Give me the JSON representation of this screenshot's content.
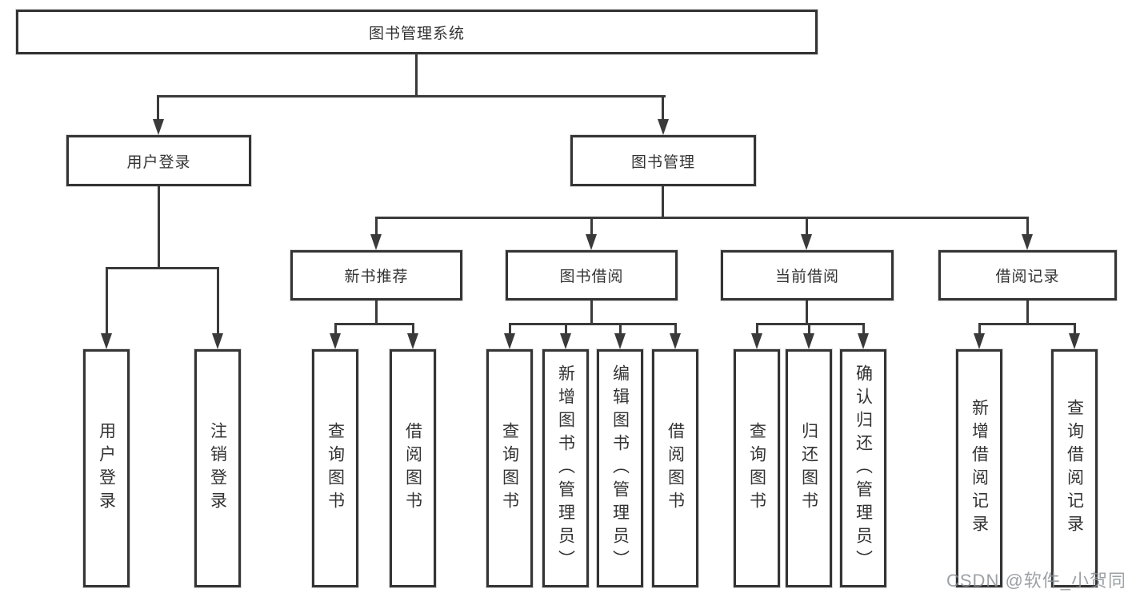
{
  "tree": {
    "root": {
      "label": "图书管理系统",
      "children": [
        {
          "label": "用户登录",
          "children": [
            {
              "label": "用户登录"
            },
            {
              "label": "注销登录"
            }
          ]
        },
        {
          "label": "图书管理",
          "children": [
            {
              "label": "新书推荐",
              "children": [
                {
                  "label": "查询图书"
                },
                {
                  "label": "借阅图书"
                }
              ]
            },
            {
              "label": "图书借阅",
              "children": [
                {
                  "label": "查询图书"
                },
                {
                  "label": "新增图书（管理员）"
                },
                {
                  "label": "编辑图书（管理员）"
                },
                {
                  "label": "借阅图书"
                }
              ]
            },
            {
              "label": "当前借阅",
              "children": [
                {
                  "label": "查询图书"
                },
                {
                  "label": "归还图书"
                },
                {
                  "label": "确认归还（管理员）"
                }
              ]
            },
            {
              "label": "借阅记录",
              "children": [
                {
                  "label": "新增借阅记录"
                },
                {
                  "label": "查询借阅记录"
                }
              ]
            }
          ]
        }
      ]
    }
  },
  "watermark": {
    "text": "CSDN @软件_小贺同学"
  },
  "colors": {
    "background": "#ffffff",
    "box_border": "#343434",
    "connector_line": "#3a3a3a",
    "text": "#333333",
    "watermark_text": "#8b9095"
  }
}
